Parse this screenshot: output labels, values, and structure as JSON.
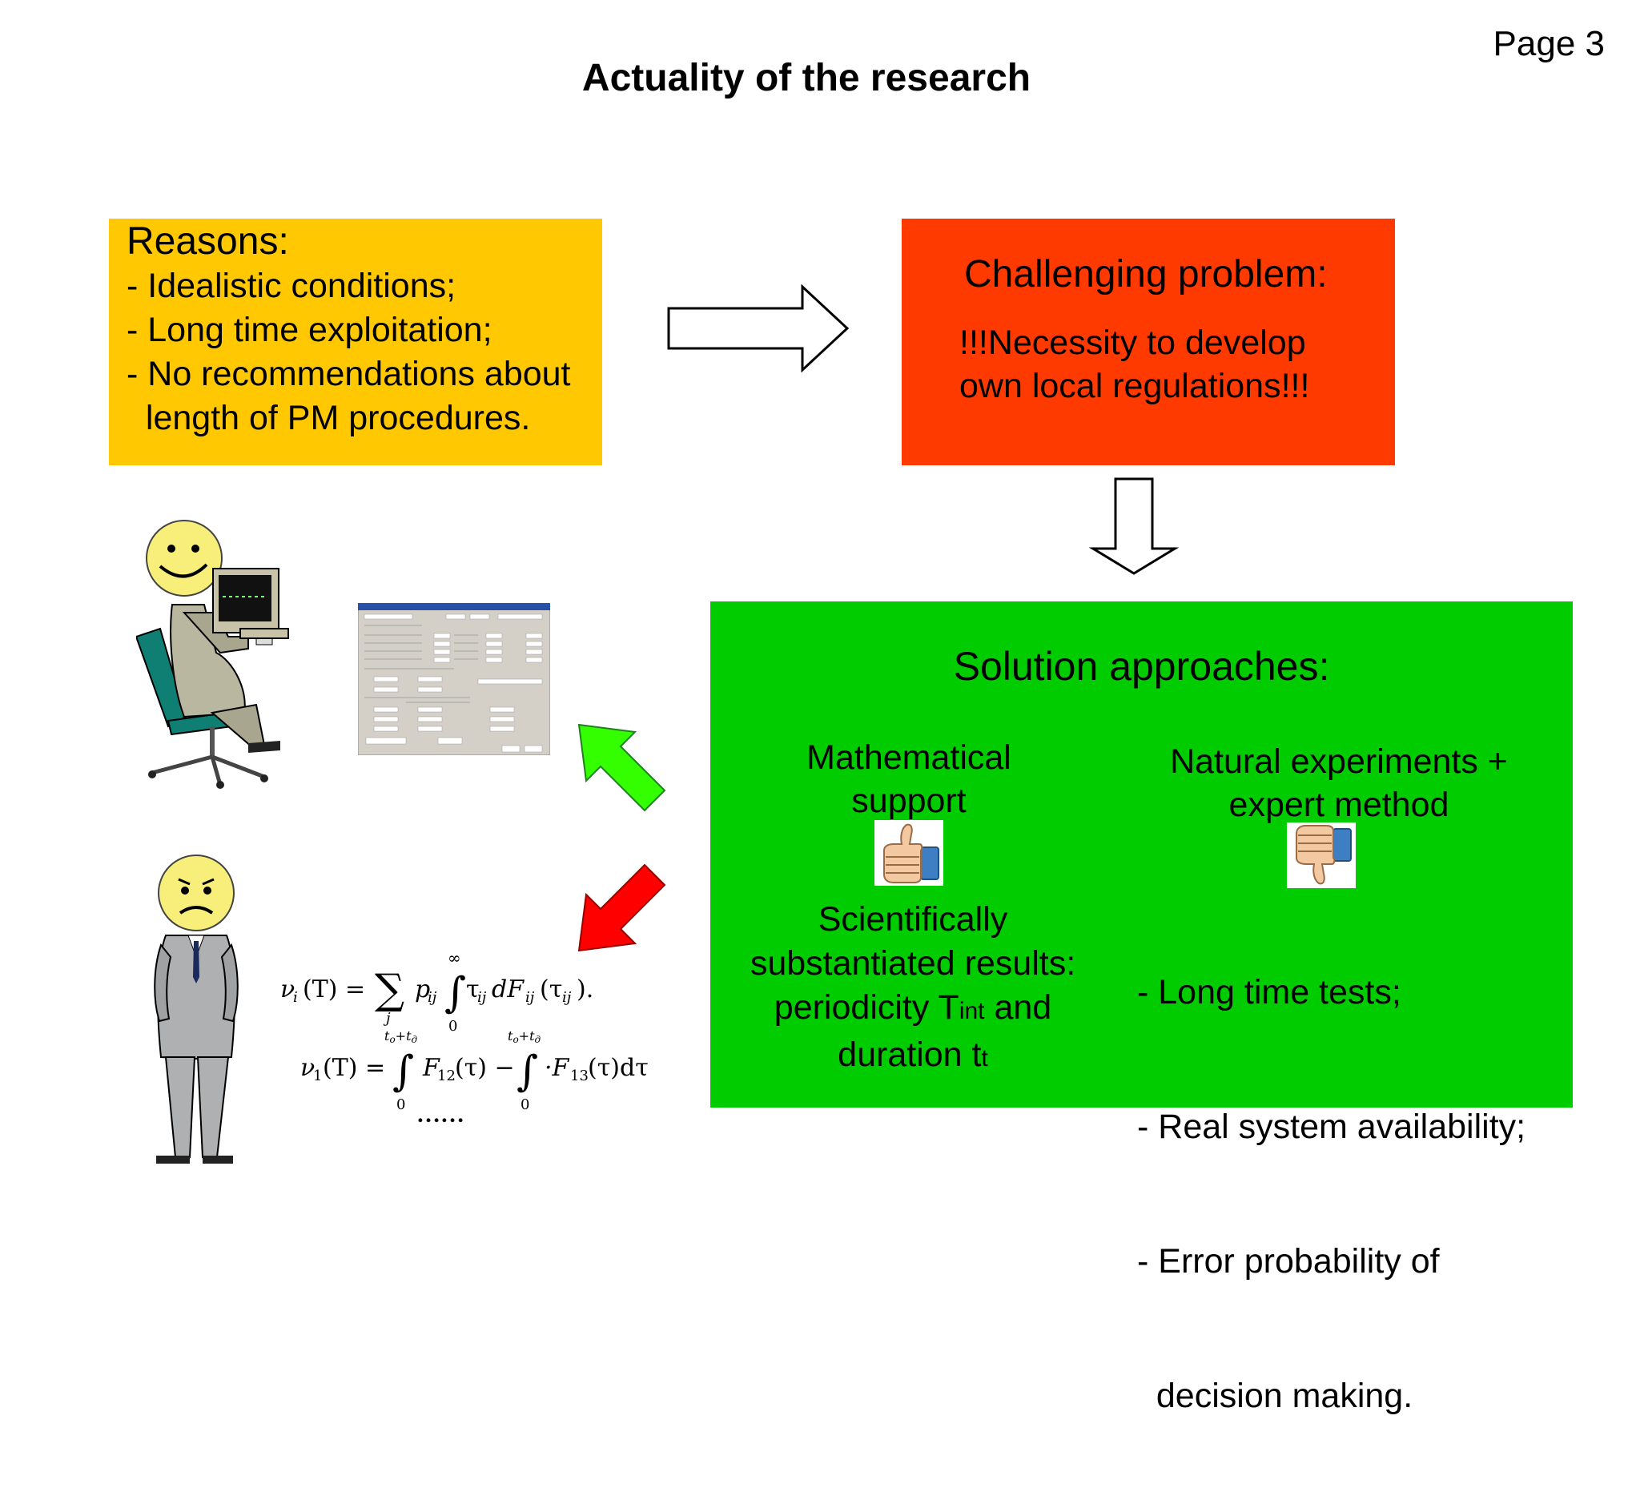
{
  "page_number": "Page 3",
  "title": "Actuality of the research",
  "reasons": {
    "heading": "Reasons:",
    "items": [
      "- Idealistic conditions;",
      "- Long time exploitation;",
      "- No recommendations about",
      "  length of PM procedures."
    ]
  },
  "challenge": {
    "heading": "Challenging problem:",
    "lines": [
      "!!!Necessity to develop",
      "own local regulations!!!"
    ]
  },
  "solution": {
    "heading": "Solution approaches:",
    "math": {
      "title_lines": [
        "Mathematical",
        "support"
      ],
      "result_lines": [
        "Scientifically",
        "substantiated results:"
      ],
      "periodicity_prefix": "periodicity T",
      "periodicity_sub": "int",
      "periodicity_suffix": " and",
      "duration_prefix": "duration t",
      "duration_sub": "t",
      "verdict_icon": "thumbs-up-icon"
    },
    "natural": {
      "title_lines": [
        "Natural experiments +",
        "expert method"
      ],
      "cons": [
        "- Long time tests;",
        "- Real system availability;",
        "- Error probability of",
        "  decision making."
      ],
      "verdict_icon": "thumbs-down-icon"
    }
  },
  "formulas": {
    "f1_lhs": "ν",
    "f1_lhs_sub": "i",
    "f1_lhs_arg": "(T) = ",
    "f1_sum_sub": "j",
    "f1_p": "p",
    "f1_p_sub": "ij",
    "f1_int_upper": "∞",
    "f1_int_lower": "0",
    "f1_tau": "τ",
    "f1_tau_sub": "ij",
    "f1_dF": "dF",
    "f1_dF_sub": "ij",
    "f1_arg_open": "(τ",
    "f1_arg_sub": "ij",
    "f1_arg_close": ").",
    "f2_lhs": "ν",
    "f2_lhs_sub": "1",
    "f2_lhs_arg": "(T) = ",
    "f2_int_upper": "t",
    "f2_int_upper_sub": "о",
    "f2_int_upper_rest": "+t",
    "f2_int_upper_sub2": "д",
    "f2_int_lower": "0",
    "f2_F12": "F",
    "f2_F12_sub": "12",
    "f2_F12_arg": "(τ) − ",
    "f2_F13": "·F",
    "f2_F13_sub": "13",
    "f2_F13_arg": "(τ)dτ",
    "ellipsis": "……"
  },
  "colors": {
    "reasons_bg": "#FFC800",
    "challenge_bg": "#FF3A00",
    "solution_bg": "#00CC00",
    "green_arrow": "#33FF00",
    "red_arrow": "#FF0000"
  },
  "icons": [
    "right-arrow-icon",
    "down-arrow-icon",
    "happy-user-at-computer-icon",
    "software-screenshot-icon",
    "sad-man-icon",
    "green-up-left-arrow-icon",
    "red-down-left-arrow-icon",
    "thumbs-up-icon",
    "thumbs-down-icon"
  ]
}
